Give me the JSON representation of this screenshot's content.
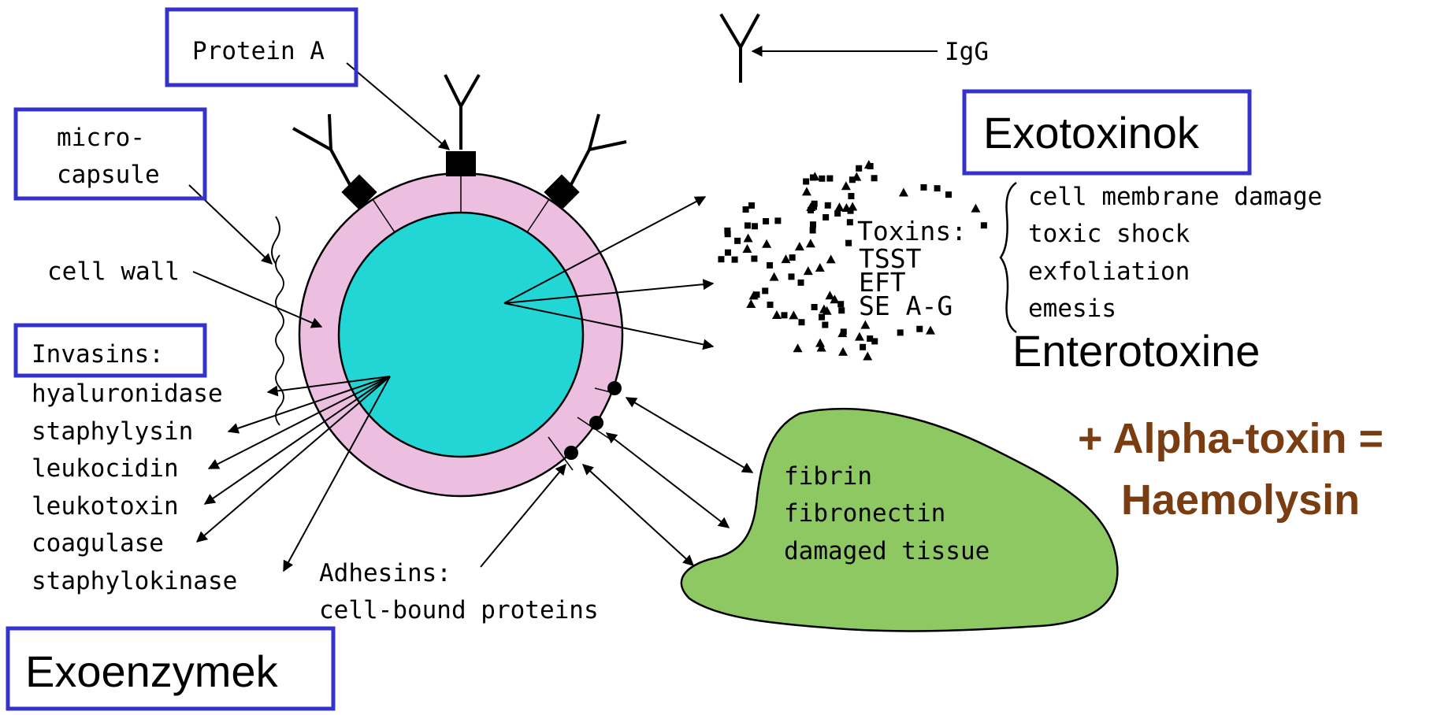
{
  "labels": {
    "protein_a": "Protein A",
    "igg": "IgG",
    "micro_capsule_1": "micro-",
    "micro_capsule_2": "capsule",
    "cell_wall": "cell wall",
    "invasins_title": "Invasins:",
    "adhesins_1": "Adhesins:",
    "adhesins_2": "cell-bound proteins"
  },
  "invasins": [
    "hyaluronidase",
    "staphylysin",
    "leukocidin",
    "leukotoxin",
    "coagulase",
    "staphylokinase"
  ],
  "toxins": {
    "title": "Toxins:",
    "items": [
      "TSST",
      "EFT",
      "SE A-G"
    ]
  },
  "toxin_effects": [
    "cell membrane damage",
    "toxic shock",
    "exfoliation",
    "emesis"
  ],
  "tissue_items": [
    "fibrin",
    "fibronectin",
    "damaged tissue"
  ],
  "headings": {
    "exotoxinok": "Exotoxinok",
    "enterotoxine": "Enterotoxine",
    "exoenzymek": "Exoenzymek",
    "alpha_line1": "+ Alpha-toxin =",
    "alpha_line2": "Haemolysin"
  },
  "colors": {
    "cytoplasm": "#22d6d6",
    "cell_wall": "#ecbfe0",
    "tissue": "#8ec862",
    "box_border": "#3333cc",
    "alpha_text": "#7a3d12"
  }
}
